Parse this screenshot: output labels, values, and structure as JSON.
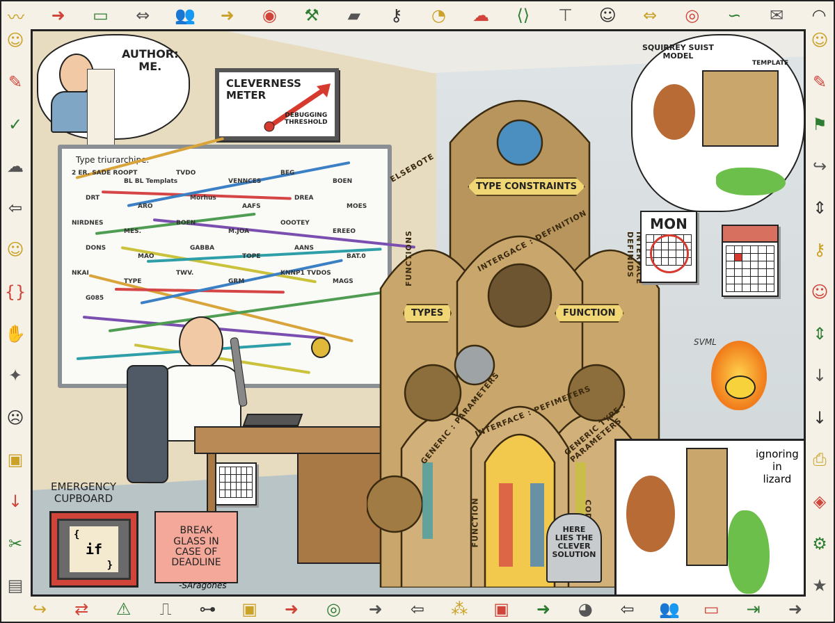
{
  "border_icons": {
    "top": [
      "squiggle-icon",
      "arrow-right-icon",
      "browser-window-icon",
      "double-arrow-icon",
      "users-icon",
      "arrow-right-icon",
      "user-circle-icon",
      "hammer-icon",
      "map-icon",
      "key-icon",
      "duck-icon",
      "brain-icon",
      "code-icon",
      "org-chart-icon",
      "head-icon",
      "double-arrow-icon",
      "spiral-icon",
      "crocodile-icon",
      "mail-icon",
      "rss-icon"
    ],
    "bottom": [
      "arrow-icon",
      "arrows-icon",
      "warning-triangle-icon",
      "step-line-icon",
      "sitemap-icon",
      "terminal-icon",
      "arrow-right-icon",
      "target-icon",
      "arrow-right-icon",
      "arrow-left-icon",
      "network-icon",
      "terminal-icon",
      "arrow-right-icon",
      "pacman-icon",
      "arrow-left-icon",
      "users-icon",
      "browser-icon",
      "enter-icon",
      "arrow-right-icon"
    ],
    "left": [
      "head-icon",
      "chat-icon",
      "check-icon",
      "brain-icon",
      "arrow-left-icon",
      "head-icon",
      "braces-icon",
      "hand-icon",
      "lightbulb-icon",
      "dizzy-face-icon",
      "terminal-icon",
      "arrow-down-icon",
      "wrench-icon",
      "book-icon"
    ],
    "right": [
      "head-icon",
      "note-icon",
      "flag-icon",
      "arrow-icon",
      "arrow-updown-icon",
      "key-icon",
      "head-icon",
      "arrow-updown-icon",
      "arrow-down-icon",
      "arrow-down-icon",
      "inbox-icon",
      "diamond-icon",
      "gear-icon",
      "star-icon"
    ]
  },
  "author_bubble": {
    "text": "AUTHOR:\nME."
  },
  "cleverness_meter": {
    "title": "CLEVERNESS\nMETER",
    "threshold_label": "DEBUGGING\nTHRESHOLD",
    "needle_color": "#d63a2f"
  },
  "whiteboard": {
    "title": "Type triurarchipe.",
    "labels": [
      "2 ER. SADE ROOPT",
      "BL BL Templats",
      "TVDO",
      "VENNCES",
      "BEG",
      "BOEN",
      "DRT",
      "ARO",
      "Morhus",
      "AAFS",
      "DREA",
      "MOES",
      "NIRDNES",
      "MES.",
      "BOEN",
      "M.JOA",
      "OOOTEY",
      "EREEO",
      "DONS",
      "MAO",
      "GABBA",
      "TOPE",
      "AANS",
      "BAT.0",
      "NKAI",
      "TYPE",
      "TWV.",
      "GRM",
      "KNNP1 TVDOS",
      "MAGS",
      "G085"
    ],
    "line_colors": [
      "#d9a53a",
      "#d64545",
      "#3b7fc4",
      "#7a4fb0",
      "#4f9d52",
      "#c9c23a",
      "#2e9fa8"
    ]
  },
  "cathedral": {
    "banners": {
      "top": "TYPE CONSTRAINTS",
      "left": "TYPES",
      "right": "FUNCTION"
    },
    "arch_texts": [
      "ELSEBOTE",
      "FUNCTIONS",
      "INTERGACE : DEFINITION",
      "INTERFACE DEFINIDS",
      "GENERIC : PARAMETERS",
      "INTERFACE : PEFIMETERS",
      "GENERIC TYPE : PARAMETERS",
      "FUNCTION",
      "CODOTCT"
    ]
  },
  "tombstone": {
    "text": "HERE\nLIES THE\nCLEVER\nSOLUTION"
  },
  "top_right_inset": {
    "model_label": "SQUIRREY SUIST\nMODEL",
    "template_label": "TEMPLATE"
  },
  "calendar": {
    "day": "MON",
    "circle_color": "#d63a2f"
  },
  "wall_scribble": "SVML",
  "emergency": {
    "title": "EMERGENCY\nCUPBOARD",
    "code_open": "{",
    "code": "if",
    "code_close": "}",
    "sign": "BREAK\nGLASS IN\nCASE OF\nDEADLINE"
  },
  "bottom_right_inset": {
    "caption": "ignoring\nin\nlizard"
  },
  "signature": "-SAragones",
  "colors": {
    "ink": "#222222",
    "wall": "#e8dcc0",
    "stone": "#c9a66b",
    "banner": "#f1d675",
    "emergency_red": "#d0443a",
    "lizard": "#6cbf4a"
  }
}
